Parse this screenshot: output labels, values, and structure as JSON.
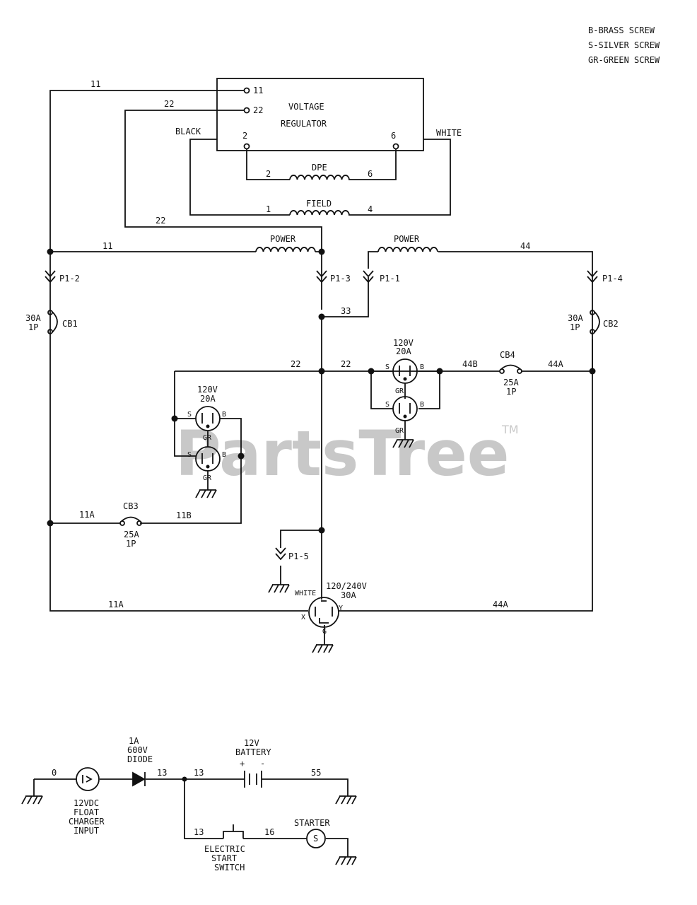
{
  "legend": [
    "B-BRASS SCREW",
    "S-SILVER SCREW",
    "GR-GREEN SCREW"
  ],
  "regulator": {
    "line1": "VOLTAGE",
    "line2": "REGULATOR",
    "t11": "11",
    "t22": "22",
    "t2": "2",
    "t6": "6",
    "black": "BLACK",
    "white": "WHITE"
  },
  "coils": {
    "dpe": "DPE",
    "field": "FIELD",
    "power1": "POWER",
    "power2": "POWER"
  },
  "wires": {
    "w11_top": "11",
    "w22_top": "22",
    "w2": "2",
    "w6": "6",
    "w1": "1",
    "w4": "4",
    "w22_mid": "22",
    "w11_mid": "11",
    "w44": "44",
    "w33": "33",
    "w22_left": "22",
    "w22_right": "22",
    "w44b": "44B",
    "w44a_right": "44A",
    "w11a": "11A",
    "w11b": "11B",
    "w11a_bottom": "11A",
    "w44a_bottom": "44A"
  },
  "plugs": {
    "p12": "P1-2",
    "p13": "P1-3",
    "p11": "P1-1",
    "p14": "P1-4",
    "p15": "P1-5"
  },
  "breakers": {
    "cb1": {
      "name": "CB1",
      "rating": "30A",
      "pole": "1P"
    },
    "cb2": {
      "name": "CB2",
      "rating": "30A",
      "pole": "1P"
    },
    "cb3": {
      "name": "CB3",
      "rating": "25A",
      "pole": "1P"
    },
    "cb4": {
      "name": "CB4",
      "rating": "25A",
      "pole": "1P"
    }
  },
  "receptacles": {
    "left": {
      "volts": "120V",
      "amps": "20A"
    },
    "right": {
      "volts": "120V",
      "amps": "20A"
    },
    "twist": {
      "volts": "120/240V",
      "amps": "30A",
      "white": "WHITE",
      "x": "X",
      "y": "Y",
      "g": "G"
    },
    "s": "S",
    "b": "B",
    "gr": "GR"
  },
  "starting": {
    "w0": "0",
    "w13a": "13",
    "w13b": "13",
    "w13c": "13",
    "w16": "16",
    "w55": "55",
    "charger": [
      "12VDC",
      "FLOAT",
      "CHARGER",
      "INPUT"
    ],
    "diode": [
      "1A",
      "600V",
      "DIODE"
    ],
    "battery": [
      "12V",
      "BATTERY"
    ],
    "plus": "+",
    "minus": "-",
    "starter": "STARTER",
    "starter_symbol": "S",
    "switch": [
      "ELECTRIC",
      "START",
      "SWITCH"
    ]
  },
  "watermark": {
    "text": "PartsTree",
    "tm": "TM"
  }
}
